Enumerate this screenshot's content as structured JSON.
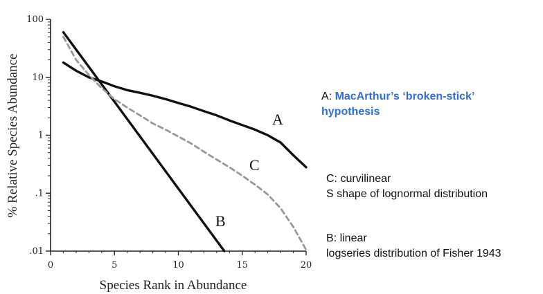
{
  "chart_data": {
    "type": "line",
    "xlabel": "Species Rank in Abundance",
    "ylabel": "% Relative Species Abundance",
    "xlim": [
      0,
      20
    ],
    "ylim": [
      0.01,
      100
    ],
    "yscale": "log",
    "x_ticks": [
      "0",
      "5",
      "10",
      "15",
      "20"
    ],
    "y_ticks": [
      ".01",
      ".1",
      "1",
      "10",
      "100"
    ],
    "grid": false,
    "series": [
      {
        "name": "A",
        "color": "#111111",
        "style": "solid",
        "x": [
          1,
          2,
          3,
          4,
          5,
          6,
          7,
          8,
          9,
          10,
          11,
          12,
          13,
          14,
          15,
          16,
          17,
          18,
          19,
          20
        ],
        "y": [
          18,
          13,
          10,
          8.5,
          7,
          6,
          5.4,
          4.8,
          4.2,
          3.6,
          3.1,
          2.6,
          2.2,
          1.8,
          1.5,
          1.25,
          1.0,
          0.75,
          0.45,
          0.28
        ]
      },
      {
        "name": "B",
        "color": "#111111",
        "style": "solid",
        "x": [
          1,
          13.6
        ],
        "y": [
          60,
          0.01
        ]
      },
      {
        "name": "C",
        "color": "#999999",
        "style": "dashed",
        "x": [
          1,
          2,
          3,
          4,
          5,
          6,
          7,
          8,
          9,
          10,
          11,
          12,
          13,
          14,
          15,
          16,
          17,
          18,
          19,
          20
        ],
        "y": [
          50,
          20,
          11,
          6.5,
          4.2,
          3.0,
          2.2,
          1.6,
          1.25,
          0.95,
          0.72,
          0.52,
          0.38,
          0.28,
          0.2,
          0.14,
          0.095,
          0.055,
          0.026,
          0.0105
        ]
      }
    ]
  },
  "annotations": {
    "a_prefix": "A: ",
    "a_highlight_line1": "MacArthur’s ‘broken-stick’",
    "a_highlight_line2": "hypothesis",
    "c_line1": "C: curvilinear",
    "c_line2": "S shape of lognormal distribution",
    "b_line1": "B: linear",
    "b_line2": "logseries distribution of Fisher 1943"
  },
  "colors": {
    "highlight": "#2e6fd8"
  }
}
